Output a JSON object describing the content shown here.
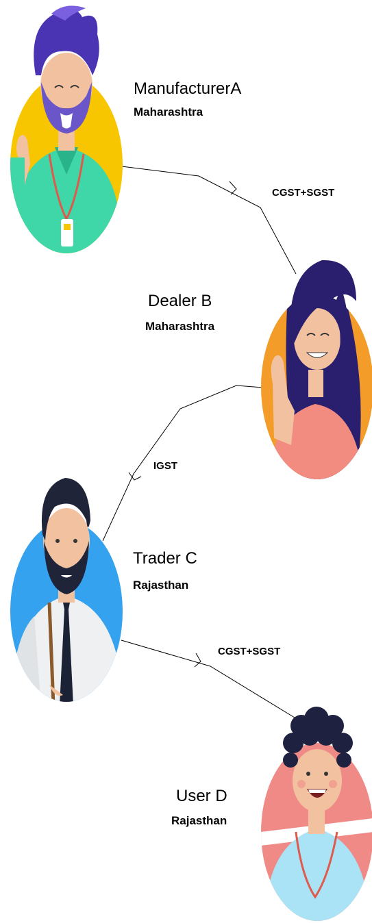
{
  "title": "",
  "parties": [
    {
      "name": "ManufacturerA",
      "state": "Maharashtra",
      "circle_color": "#f7c600",
      "avatar": "bearded-man-waving-avatar"
    },
    {
      "name": "Dealer B",
      "state": "Maharashtra",
      "circle_color": "#f39c2a",
      "avatar": "woman-waving-avatar"
    },
    {
      "name": "Trader C",
      "state": "Rajasthan",
      "circle_color": "#35a2f0",
      "avatar": "bearded-man-with-tie-avatar"
    },
    {
      "name": "User D",
      "state": "Rajasthan",
      "circle_color": "#f08a86",
      "avatar": "curly-hair-man-avatar"
    }
  ],
  "transactions": [
    {
      "from": "ManufacturerA",
      "to": "Dealer B",
      "tax": "CGST+SGST"
    },
    {
      "from": "Dealer B",
      "to": "Trader C",
      "tax": "IGST"
    },
    {
      "from": "Trader C",
      "to": "User D",
      "tax": "CGST+SGST"
    }
  ]
}
